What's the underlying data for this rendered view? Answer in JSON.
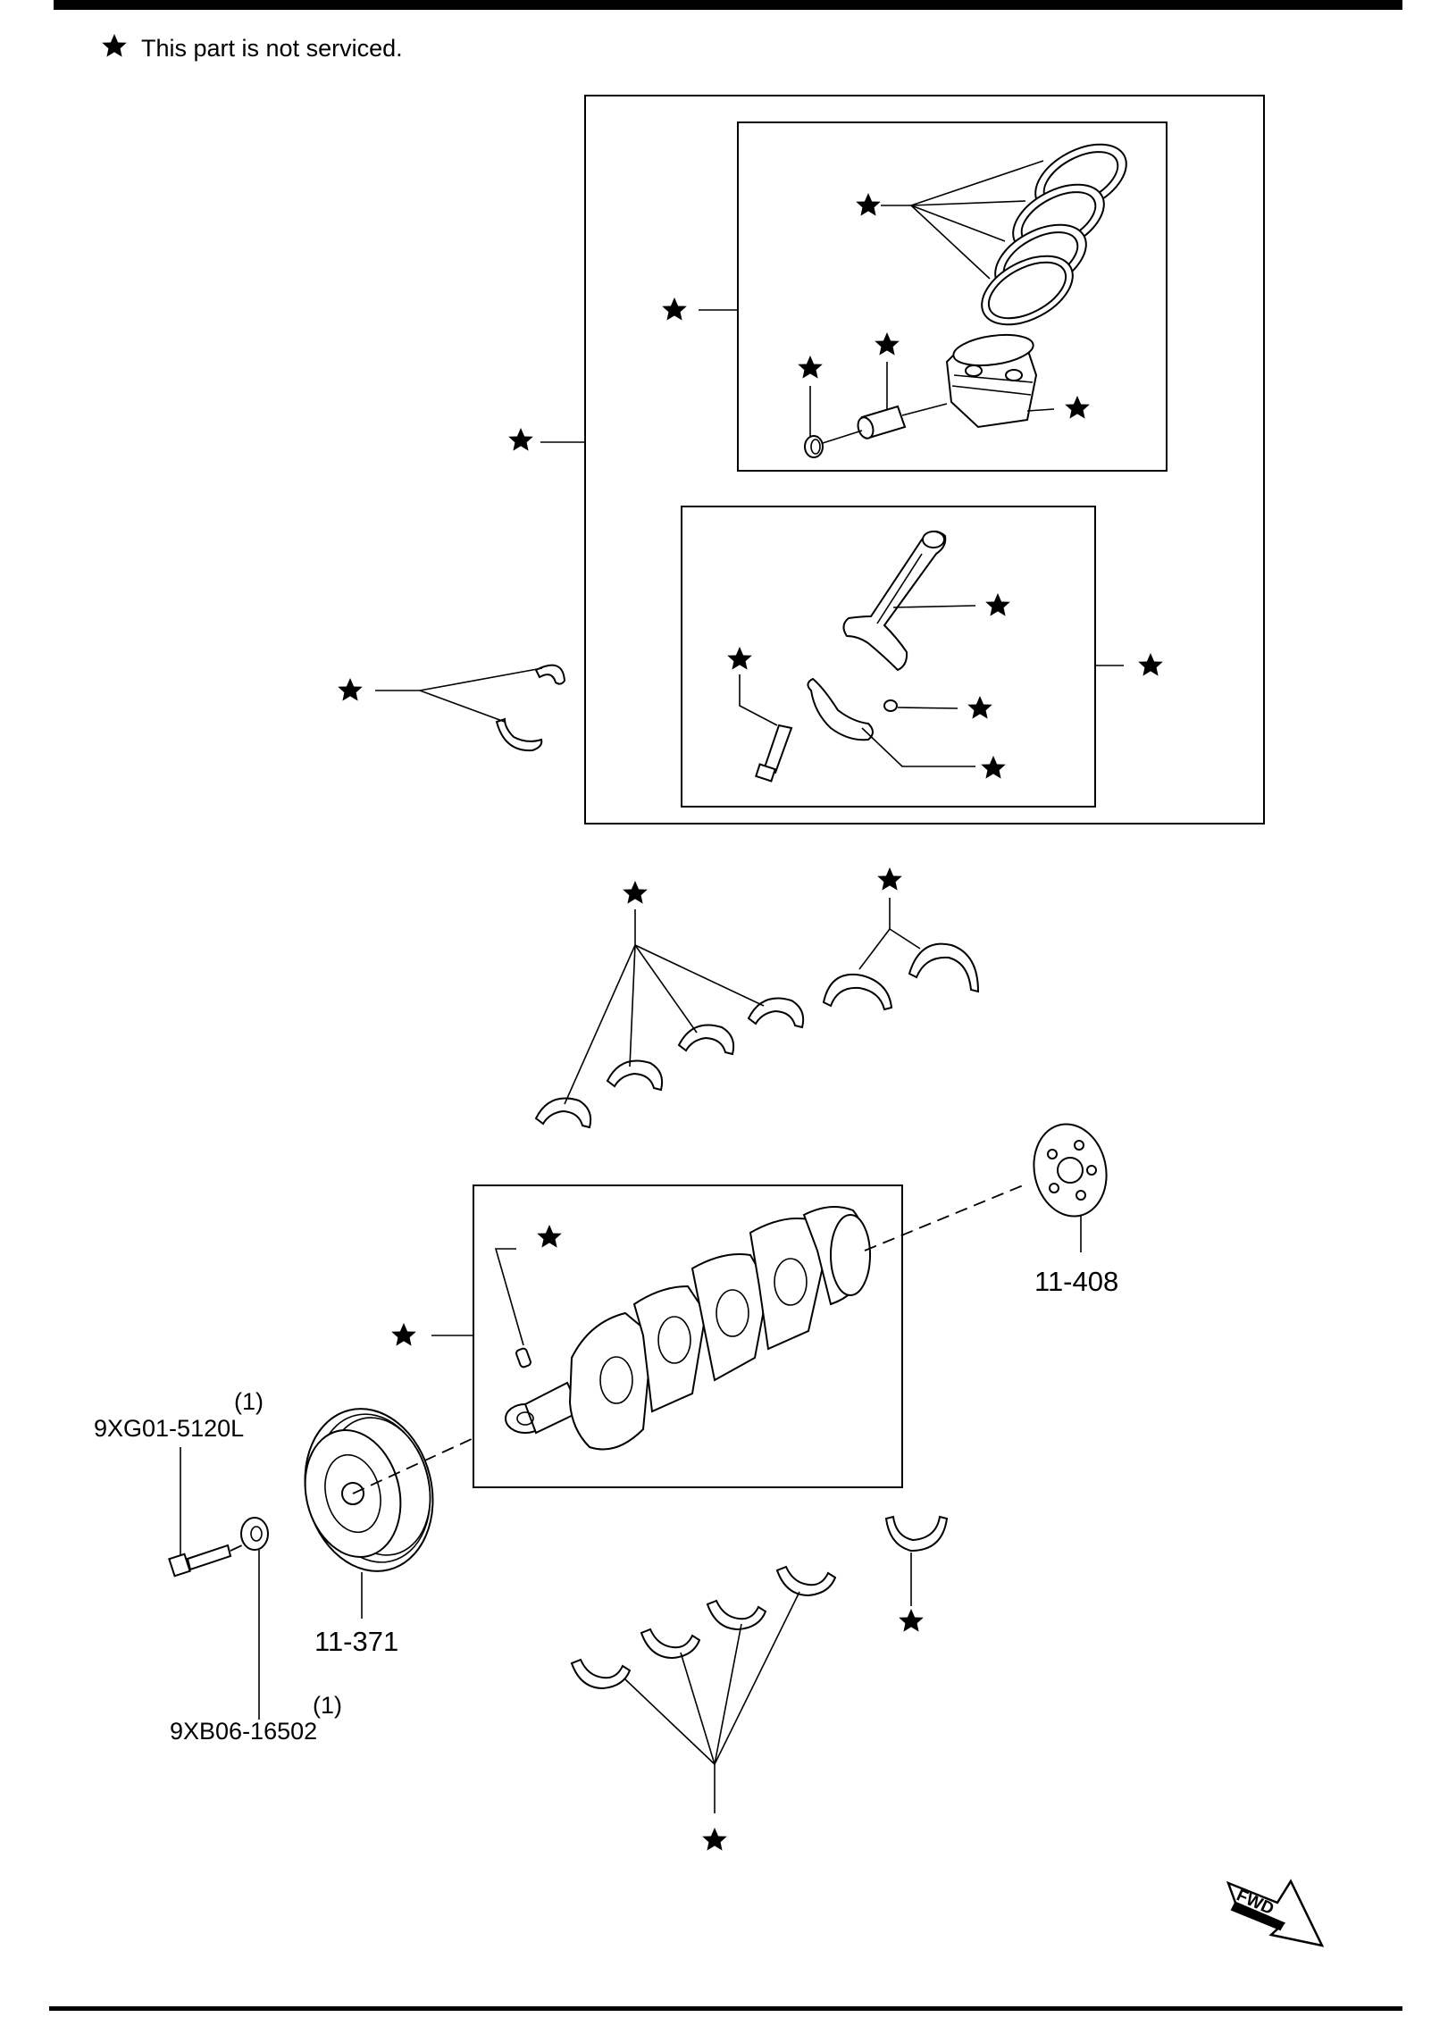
{
  "legend": {
    "icon": "star-icon",
    "text": "This part is not serviced."
  },
  "callouts": {
    "flywheel_plate": "11-408",
    "crank_pulley": "11-371",
    "pulley_bolt": "9XG01-5120L",
    "pulley_bolt_qty": "(1)",
    "pulley_washer": "9XB06-16502",
    "pulley_washer_qty": "(1)"
  },
  "fwd_arrow": {
    "label": "FWD",
    "icon": "fwd-arrow-icon"
  }
}
